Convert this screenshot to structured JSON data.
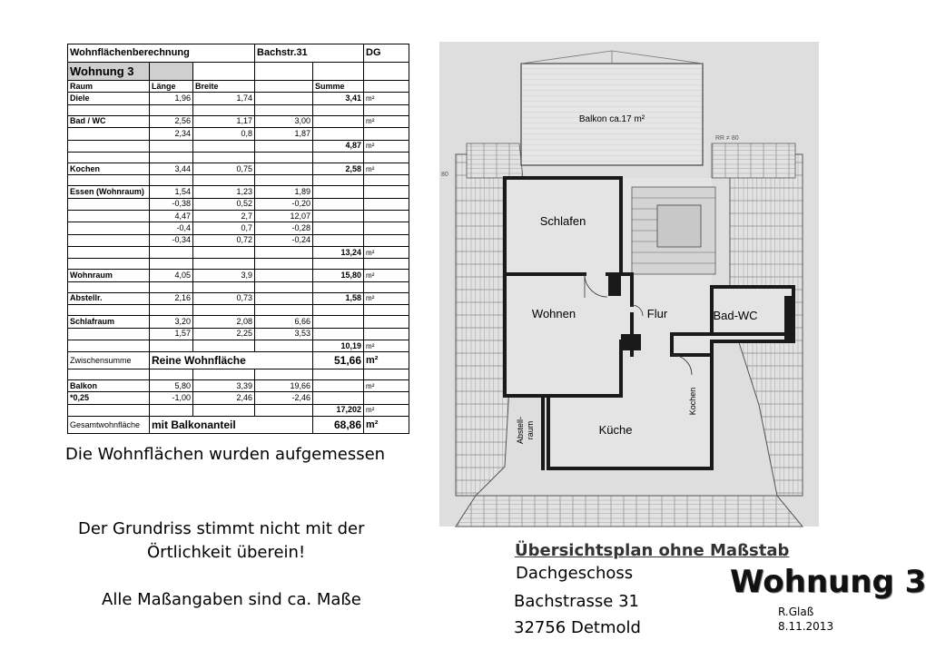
{
  "table": {
    "title": "Wohnflächenberechnung",
    "address_short": "Bachstr.31",
    "floor_short": "DG",
    "unit": "Wohnung 3",
    "headers": [
      "Raum",
      "Länge",
      "Breite",
      "",
      "Summe",
      ""
    ],
    "rows": [
      {
        "style": "",
        "cells": [
          "Diele",
          "1,96",
          "1,74",
          "",
          "3,41",
          "m²"
        ]
      },
      {
        "style": "",
        "cells": [
          "",
          "",
          "",
          "",
          "",
          ""
        ]
      },
      {
        "style": "",
        "cells": [
          "Bad / WC",
          "2,56",
          "1,17",
          "3,00",
          "",
          "m²"
        ]
      },
      {
        "style": "",
        "cells": [
          "",
          "2,34",
          "0,8",
          "1,87",
          "",
          ""
        ]
      },
      {
        "style": "",
        "cells": [
          "",
          "",
          "",
          "",
          "4,87",
          "m²"
        ]
      },
      {
        "style": "",
        "cells": [
          "",
          "",
          "",
          "",
          "",
          ""
        ]
      },
      {
        "style": "",
        "cells": [
          "Kochen",
          "3,44",
          "0,75",
          "",
          "2,58",
          "m²"
        ]
      },
      {
        "style": "",
        "cells": [
          "",
          "",
          "",
          "",
          "",
          ""
        ]
      },
      {
        "style": "",
        "cells": [
          "Essen (Wohnraum)",
          "1,54",
          "1,23",
          "1,89",
          "",
          ""
        ]
      },
      {
        "style": "",
        "cells": [
          "",
          "-0,38",
          "0,52",
          "-0,20",
          "",
          ""
        ]
      },
      {
        "style": "",
        "cells": [
          "",
          "4,47",
          "2,7",
          "12,07",
          "",
          ""
        ]
      },
      {
        "style": "",
        "cells": [
          "",
          "-0,4",
          "0,7",
          "-0,28",
          "",
          ""
        ]
      },
      {
        "style": "",
        "cells": [
          "",
          "-0,34",
          "0,72",
          "-0,24",
          "",
          ""
        ]
      },
      {
        "style": "",
        "cells": [
          "",
          "",
          "",
          "",
          "13,24",
          "m²"
        ]
      },
      {
        "style": "",
        "cells": [
          "",
          "",
          "",
          "",
          "",
          ""
        ]
      },
      {
        "style": "",
        "cells": [
          "Wohnraum",
          "4,05",
          "3,9",
          "",
          "15,80",
          "m²"
        ]
      },
      {
        "style": "",
        "cells": [
          "",
          "",
          "",
          "",
          "",
          ""
        ]
      },
      {
        "style": "",
        "cells": [
          "Abstellr.",
          "2,16",
          "0,73",
          "",
          "1,58",
          "m²"
        ]
      },
      {
        "style": "",
        "cells": [
          "",
          "",
          "",
          "",
          "",
          ""
        ]
      },
      {
        "style": "",
        "cells": [
          "Schlafraum",
          "3,20",
          "2,08",
          "6,66",
          "",
          ""
        ]
      },
      {
        "style": "",
        "cells": [
          "",
          "1,57",
          "2,25",
          "3,53",
          "",
          ""
        ]
      },
      {
        "style": "",
        "cells": [
          "",
          "",
          "",
          "",
          "10,19",
          "m²"
        ]
      },
      {
        "style": "big",
        "cells": [
          "Zwischensumme",
          "Reine Wohnfläche",
          "",
          "",
          "51,66",
          "m²"
        ]
      },
      {
        "style": "",
        "cells": [
          "",
          "",
          "",
          "",
          "",
          ""
        ]
      },
      {
        "style": "",
        "cells": [
          "Balkon",
          "5,80",
          "3,39",
          "19,66",
          "",
          "m²"
        ]
      },
      {
        "style": "",
        "cells": [
          "*0,25",
          "-1,00",
          "2,46",
          "-2,46",
          "",
          ""
        ]
      },
      {
        "style": "",
        "cells": [
          "",
          "",
          "",
          "",
          "17,202",
          "m²"
        ]
      },
      {
        "style": "big",
        "cells": [
          "Gesamtwohnfläche",
          "mit Balkonanteil",
          "",
          "",
          "68,86",
          "m²"
        ]
      }
    ]
  },
  "notes": {
    "measured": "Die Wohnflächen wurden aufgemessen",
    "mismatch_line1": "Der Grundriss stimmt nicht mit der",
    "mismatch_line2": "Örtlichkeit überein!",
    "approx": "Alle Maßangaben sind ca. Maße"
  },
  "plan": {
    "rooms": {
      "balkon": "Balkon ca.17 m²",
      "schlafen": "Schlafen",
      "wohnen": "Wohnen",
      "flur": "Flur",
      "bad": "Bad-WC",
      "kueche": "Küche",
      "kochen": "Kochen",
      "abstell_1": "Abstell-",
      "abstell_2": "raum"
    },
    "marks": {
      "left_80": "80",
      "right_rr": "RR ≠ 80"
    }
  },
  "caption": {
    "plan_title": "Übersichtsplan ohne Maßstab",
    "floor": "Dachgeschoss",
    "street": "Bachstrasse 31",
    "city": "32756 Detmold",
    "unit_title": "Wohnung 3",
    "author": "R.Glaß",
    "date": "8.11.2013"
  },
  "colors": {
    "wall": "#1a1a1a",
    "plan_bg": "#dcdcdc",
    "table_shade": "#cfcfcf"
  }
}
